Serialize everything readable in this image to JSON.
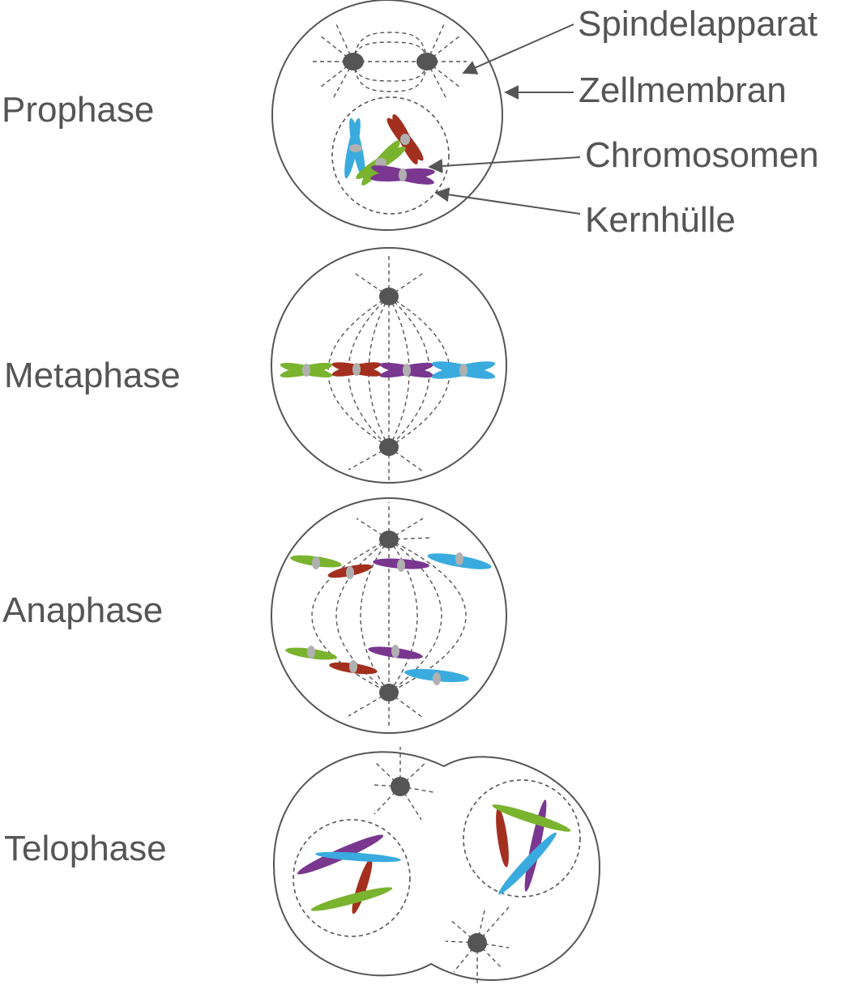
{
  "phases": [
    {
      "key": "prophase",
      "label": "Prophase"
    },
    {
      "key": "metaphase",
      "label": "Metaphase"
    },
    {
      "key": "anaphase",
      "label": "Anaphase"
    },
    {
      "key": "telophase",
      "label": "Telophase"
    }
  ],
  "callouts": [
    {
      "key": "spindle",
      "label": "Spindelapparat"
    },
    {
      "key": "membrane",
      "label": "Zellmembran"
    },
    {
      "key": "chromosomes",
      "label": "Chromosomen"
    },
    {
      "key": "envelope",
      "label": "Kernhülle"
    }
  ],
  "colors": {
    "outline": "#555555",
    "pole": "#555555",
    "centromere": "#b0b0b0",
    "green": "#7ab32e",
    "red": "#a3301e",
    "purple": "#7a3790",
    "blue": "#3aabde"
  }
}
